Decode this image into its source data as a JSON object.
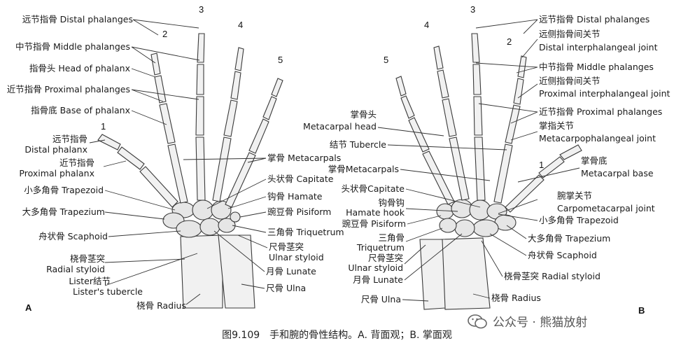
{
  "caption": "图9.109　手和腕的骨性结构。A. 背面观；B. 掌面观",
  "watermark": "公众号 · 熊猫放射",
  "panels": {
    "a": "A",
    "b": "B"
  },
  "finger_numbers": {
    "a": [
      "1",
      "2",
      "3",
      "4",
      "5"
    ],
    "b": [
      "1",
      "2",
      "3",
      "4",
      "5"
    ]
  },
  "left_labels": [
    "远节指骨 Distal phalanges",
    "中节指骨 Middle phalanges",
    "指骨头 Head of phalanx",
    "近节指骨 Proximal phalanges",
    "指骨底 Base of phalanx",
    "远节指骨",
    "Distal phalanx",
    "近节指骨",
    "Proximal phalanx",
    "小多角骨 Trapezoid",
    "大多角骨 Trapezium",
    "舟状骨 Scaphoid",
    "桡骨茎突",
    "Radial styloid",
    "Lister结节",
    "Lister's tubercle",
    "桡骨 Radius"
  ],
  "center_left_labels": [
    "掌骨 Metacarpals",
    "头状骨 Capitate",
    "钩骨 Hamate",
    "豌豆骨 Pisiform",
    "三角骨 Triquetrum",
    "尺骨茎突",
    "Ulnar styloid",
    "月骨 Lunate",
    "尺骨 Ulna"
  ],
  "center_right_labels": [
    "掌骨头",
    "Metacarpal head",
    "结节 Tubercle",
    "掌骨Metacarpals",
    "头状骨Capitate",
    "钩骨钩",
    "Hamate hook",
    "豌豆骨 Pisiform",
    "三角骨",
    "Triquetrum",
    "尺骨茎突",
    "Ulnar styloid",
    "月骨 Lunate",
    "尺骨 Ulna"
  ],
  "right_labels": [
    "远节指骨 Distal phalanges",
    "远侧指骨间关节",
    "Distal interphalangeal joint",
    "中节指骨 Middle phalanges",
    "近侧指骨间关节",
    "Proximal interphalangeal joint",
    "近节指骨 Proximal phalanges",
    "掌指关节",
    "Metacarpophalangeal joint",
    "掌骨底",
    "Metacarpal base",
    "腕掌关节",
    "Carpometacarpal joint",
    "小多角骨 Trapezoid",
    "大多角骨 Trapezium",
    "舟状骨 Scaphoid",
    "桡骨茎突 Radial styloid",
    "桡骨 Radius"
  ]
}
